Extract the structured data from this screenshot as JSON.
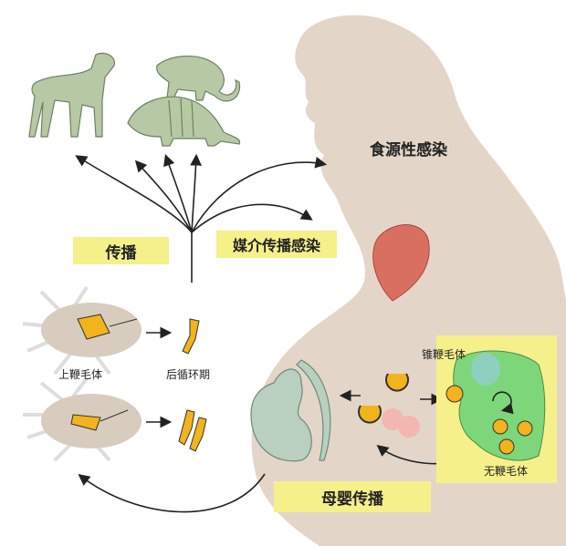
{
  "labels": {
    "foodborne": "食源性感染",
    "transmission": "传播",
    "vector": "媒介传播感染",
    "epimastigote": "上鞭毛体",
    "metacyclic": "后循环期",
    "trypomastigote": "锥鞭毛体",
    "amastigote": "无鞭毛体",
    "congenital": "母婴传播"
  },
  "colors": {
    "silhouette": "#e3d6c9",
    "label_bg": "#f6f08a",
    "animal": "#b7c9a4",
    "heart": "#d9705f",
    "cell": "#7ed67a",
    "parasite": "#f2b31c",
    "fetus": "#b9cfc0"
  }
}
